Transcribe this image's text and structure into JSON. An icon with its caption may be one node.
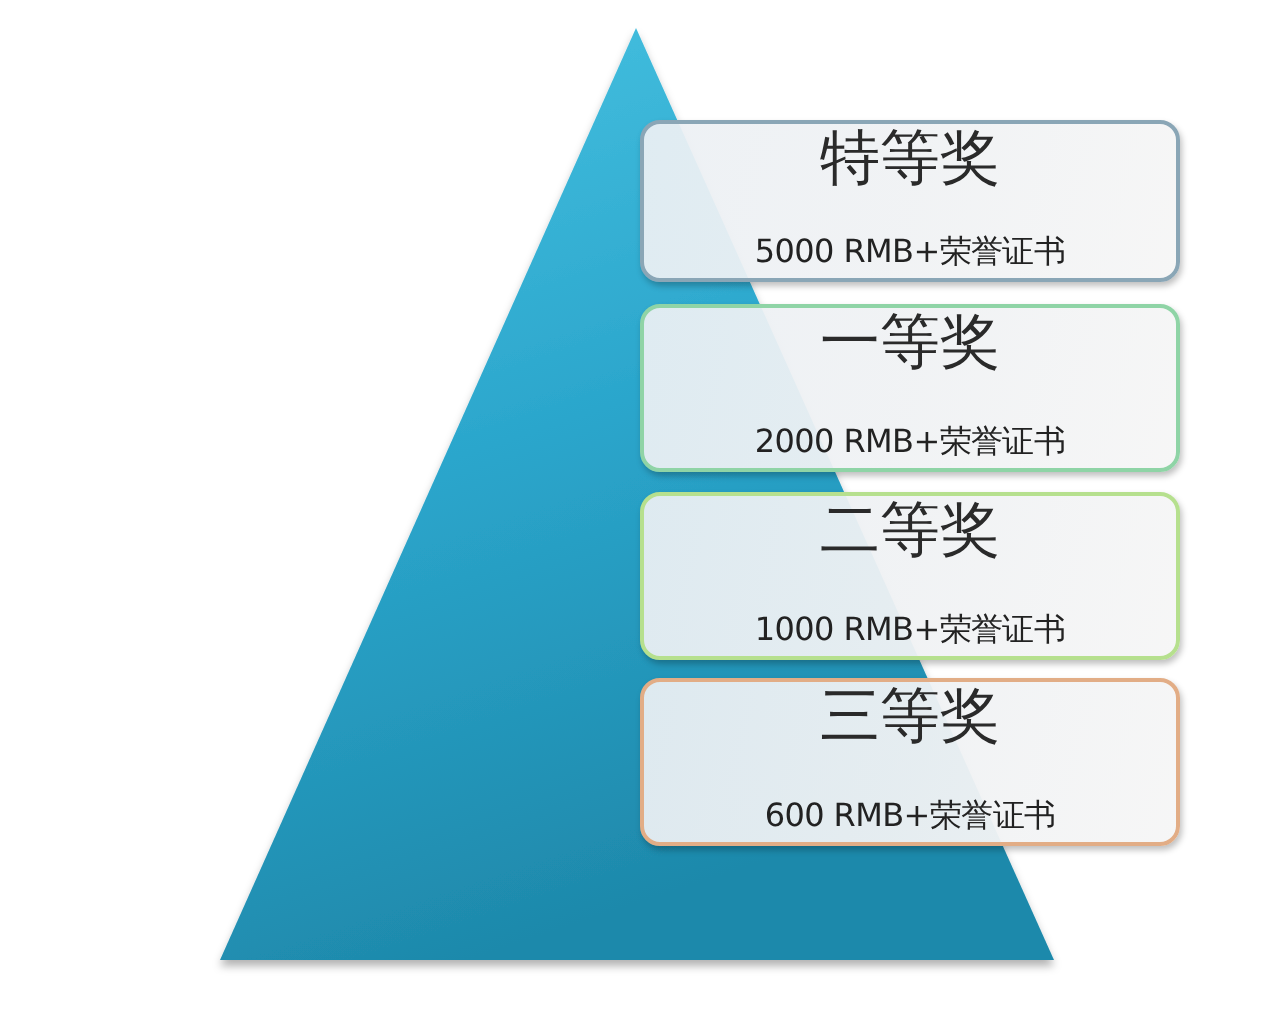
{
  "diagram": {
    "nodes": [
      {
        "text": [
          "特等奖",
          "5000 RMB+荣誉证书"
        ]
      },
      {
        "text": [
          "一等奖",
          "2000 RMB+荣誉证书"
        ]
      },
      {
        "text": [
          "二等奖",
          "1000 RMB+荣誉证书"
        ]
      },
      {
        "text": [
          "三等奖",
          "600 RMB+荣誉证书"
        ]
      }
    ]
  }
}
